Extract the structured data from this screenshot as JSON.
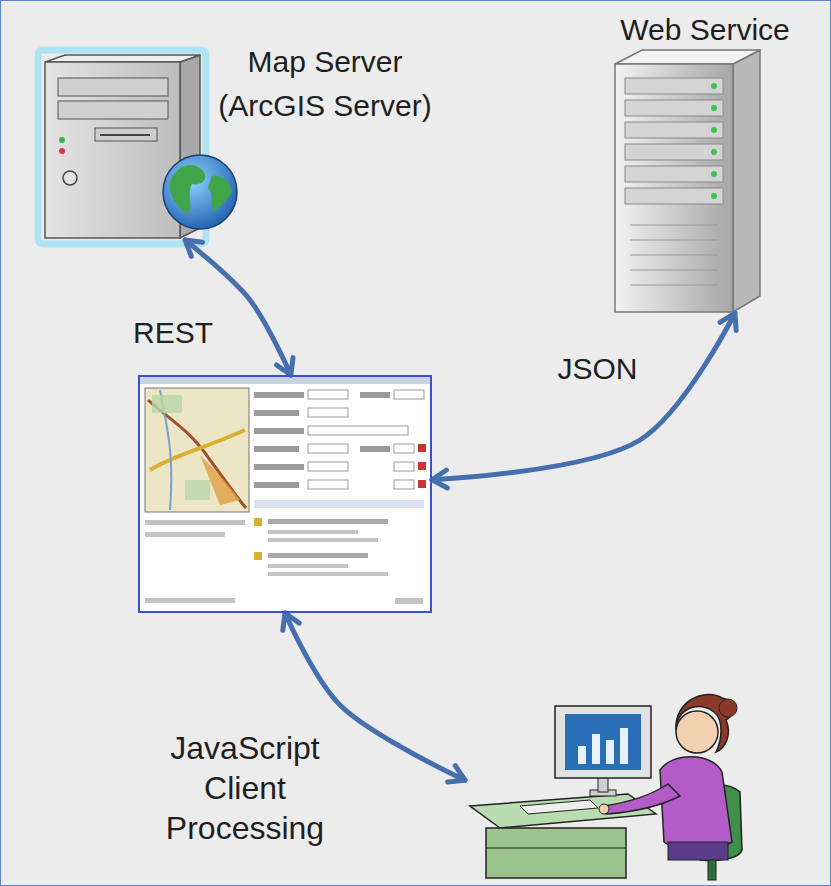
{
  "diagram": {
    "nodes": [
      {
        "text": [
          "Map Server (ArcGIS Server)"
        ]
      },
      {
        "text": [
          "Web Service"
        ]
      },
      {
        "text": []
      },
      {
        "text": []
      }
    ],
    "edges": [
      {
        "from": 0,
        "to": 2,
        "label": "REST",
        "arrow": "both"
      },
      {
        "from": 1,
        "to": 2,
        "label": "JSON",
        "arrow": "both"
      },
      {
        "from": 2,
        "to": 3,
        "label": "JavaScript Client Processing",
        "arrow": "both"
      }
    ]
  }
}
